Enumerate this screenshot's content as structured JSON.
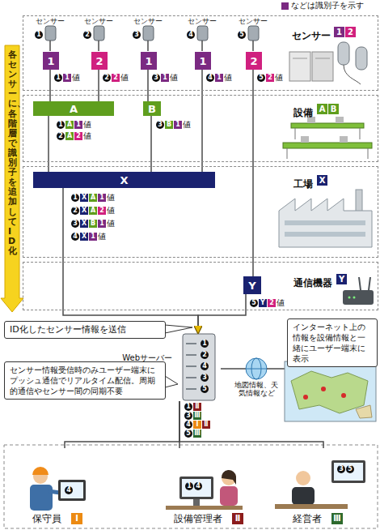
{
  "diagram": {
    "nodes": [
      {
        "text": [
          "センサー"
        ]
      },
      {
        "text": [
          "1"
        ],
        "in": 0
      },
      {
        "text": [
          "2"
        ],
        "in": 0
      },
      {
        "text": [
          "1"
        ],
        "in": 0
      },
      {
        "text": [
          "1"
        ],
        "in": 0
      },
      {
        "text": [
          "2"
        ],
        "in": 0
      },
      {
        "text": [
          "設備"
        ]
      },
      {
        "text": [
          "A"
        ],
        "in": 6
      },
      {
        "text": [
          "B"
        ],
        "in": 6
      },
      {
        "text": [
          "工場"
        ]
      },
      {
        "text": [
          "X"
        ],
        "in": 9
      },
      {
        "text": [
          "通信機器"
        ]
      },
      {
        "text": [
          "Y"
        ],
        "in": 11
      },
      {
        "text": [
          "ID化したセンサー情報を送信"
        ]
      },
      {
        "text": [
          "インターネット上の情報を設備情報と一緒にユーザー端末に表示"
        ]
      },
      {
        "text": [
          "Webサーバー"
        ]
      },
      {
        "text": [
          "センサー情報受信時のみユーザー端末にプッシュ通信でリアルタイム配信。周期的通信やセンサー間の同期不要"
        ]
      },
      {
        "text": [
          "地図情報、天気情報など"
        ]
      },
      {
        "text": [
          "保守員",
          "Ⅰ"
        ]
      },
      {
        "text": [
          "設備管理者",
          "Ⅱ"
        ]
      },
      {
        "text": [
          "経営者",
          "Ⅲ"
        ]
      }
    ],
    "edges": [
      {
        "from": 1,
        "to": 7,
        "arrow": "none"
      },
      {
        "from": 2,
        "to": 7,
        "arrow": "none"
      },
      {
        "from": 3,
        "to": 8,
        "arrow": "none"
      },
      {
        "from": 4,
        "to": 10,
        "arrow": "none"
      },
      {
        "from": 5,
        "to": 12,
        "arrow": "none"
      },
      {
        "from": 7,
        "to": 10,
        "arrow": "none"
      },
      {
        "from": 8,
        "to": 10,
        "arrow": "none"
      },
      {
        "from": 10,
        "to": 15,
        "arrow": "to"
      },
      {
        "from": 12,
        "to": 15,
        "arrow": "to"
      },
      {
        "from": 15,
        "to": 17,
        "arrow": "none"
      },
      {
        "from": 15,
        "to": 18,
        "arrow": "none"
      },
      {
        "from": 15,
        "to": 19,
        "arrow": "none"
      },
      {
        "from": 15,
        "to": 20,
        "arrow": "none"
      }
    ],
    "labels": [
      "センサー",
      "センサー",
      "センサー",
      "センサー",
      "センサー",
      "1",
      "2",
      "3",
      "4",
      "5",
      "1",
      "1",
      "値",
      "2",
      "2",
      "値",
      "3",
      "1",
      "値",
      "4",
      "1",
      "値",
      "5",
      "2",
      "値",
      "1",
      "2",
      "各センサーに、各階層で識別子を追加してID化",
      "A",
      "B",
      "1",
      "A",
      "1",
      "値",
      "2",
      "A",
      "2",
      "値",
      "3",
      "B",
      "1",
      "値",
      "X",
      "1",
      "X",
      "A",
      "1",
      "値",
      "2",
      "X",
      "A",
      "2",
      "値",
      "3",
      "X",
      "B",
      "1",
      "値",
      "4",
      "X",
      "1",
      "値",
      "Y",
      "5",
      "Y",
      "2",
      "値",
      "1",
      "2",
      "4",
      "3",
      "5",
      "1",
      "Ⅱ",
      "3",
      "Ⅲ",
      "4",
      "Ⅰ",
      "Ⅱ",
      "5",
      "Ⅲ",
      "4",
      "1",
      "4",
      "3",
      "5"
    ],
    "legend": [
      {
        "text": "などは識別子を示す",
        "color": "#7b2a82"
      }
    ]
  }
}
